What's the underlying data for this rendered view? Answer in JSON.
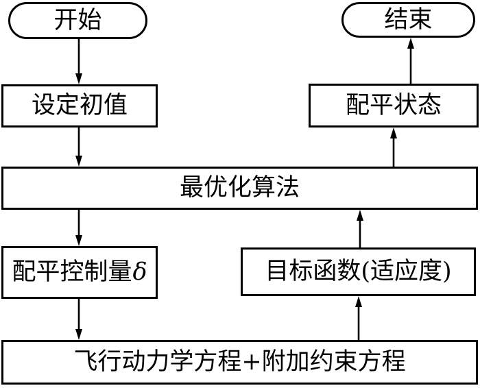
{
  "diagram": {
    "type": "flowchart",
    "background_color": "#ffffff",
    "line_color": "#000000",
    "nodes": {
      "start": {
        "label": "开始",
        "shape": "terminator"
      },
      "end": {
        "label": "结束",
        "shape": "terminator"
      },
      "set_initial": {
        "label": "设定初值",
        "shape": "process"
      },
      "trim_state": {
        "label": "配平状态",
        "shape": "process"
      },
      "optimization": {
        "label": "最优化算法",
        "shape": "process"
      },
      "trim_control": {
        "label": "配平控制量",
        "symbol": "δ",
        "shape": "process"
      },
      "objective": {
        "label": "目标函数(适应度)",
        "shape": "process"
      },
      "dynamics": {
        "label": "飞行动力学方程+附加约束方程",
        "shape": "process"
      }
    },
    "edges": [
      {
        "from": "start",
        "to": "set_initial",
        "direction": "down"
      },
      {
        "from": "set_initial",
        "to": "optimization",
        "direction": "down"
      },
      {
        "from": "optimization",
        "to": "trim_control",
        "direction": "down"
      },
      {
        "from": "trim_control",
        "to": "dynamics",
        "direction": "down"
      },
      {
        "from": "dynamics",
        "to": "objective",
        "direction": "up"
      },
      {
        "from": "objective",
        "to": "optimization",
        "direction": "up"
      },
      {
        "from": "optimization",
        "to": "trim_state",
        "direction": "up"
      },
      {
        "from": "trim_state",
        "to": "end",
        "direction": "up"
      }
    ]
  }
}
